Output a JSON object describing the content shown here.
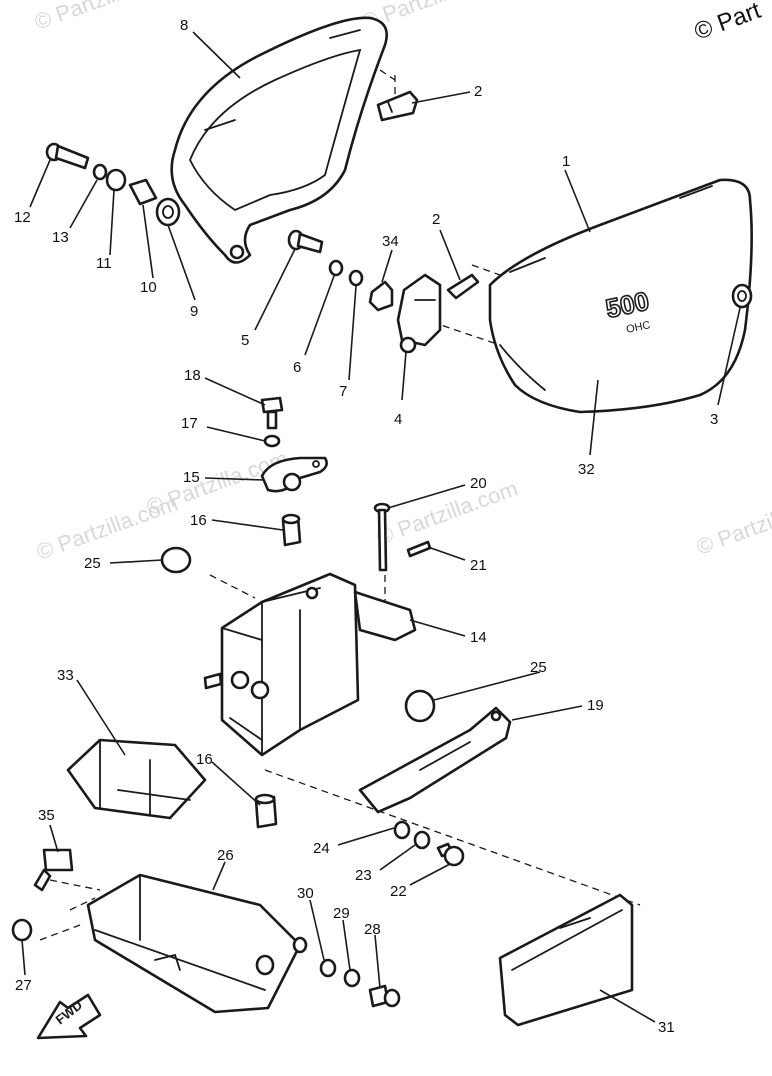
{
  "watermark": "© Partzilla.com",
  "corner_copyright": "© Part",
  "decal": {
    "model": "500",
    "engine": "OHC"
  },
  "fwd_label": "FWD",
  "callouts": [
    "8",
    "2",
    "12",
    "13",
    "11",
    "10",
    "9",
    "5",
    "6",
    "7",
    "34",
    "2",
    "1",
    "4",
    "3",
    "32",
    "18",
    "17",
    "15",
    "16",
    "20",
    "21",
    "25",
    "14",
    "33",
    "25",
    "19",
    "16",
    "35",
    "26",
    "24",
    "23",
    "22",
    "30",
    "29",
    "28",
    "27",
    "31"
  ],
  "icons": {
    "fwd_arrow": "arrow-icon"
  }
}
